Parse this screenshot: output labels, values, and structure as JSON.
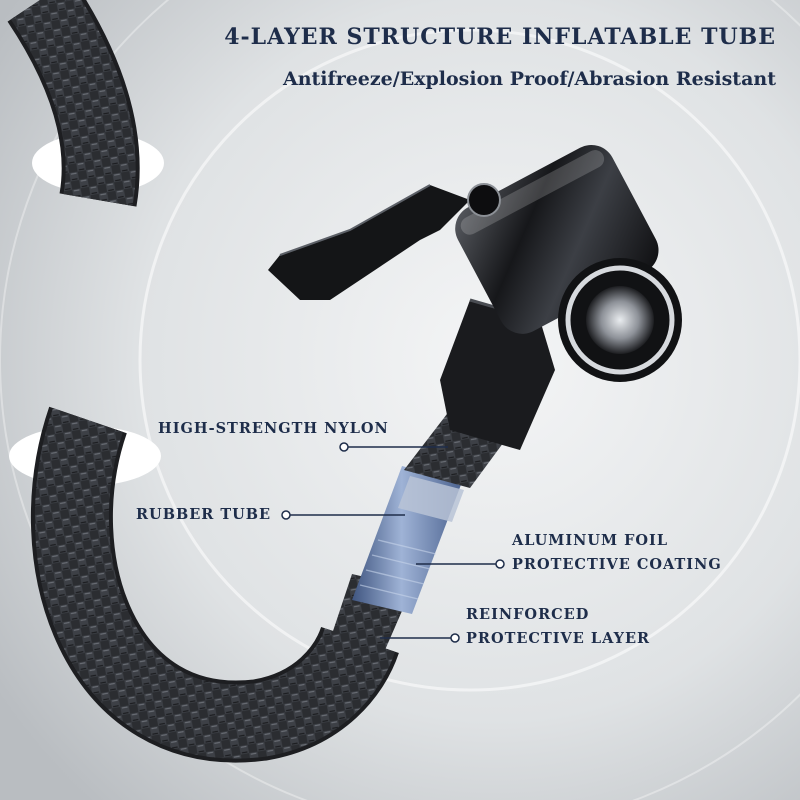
{
  "header": {
    "title": "4-LAYER STRUCTURE INFLATABLE TUBE",
    "subtitle": "Antifreeze/Explosion Proof/Abrasion Resistant"
  },
  "callouts": {
    "nylon": "HIGH-STRENGTH NYLON",
    "rubber": "RUBBER TUBE",
    "foil_line1": "ALUMINUM FOIL",
    "foil_line2": "PROTECTIVE COATING",
    "reinforced_line1": "REINFORCED",
    "reinforced_line2": "PROTECTIVE LAYER"
  },
  "colors": {
    "text": "#1e2d4a",
    "background": "#d9dcdf",
    "hose": "#2a2c30",
    "rubber_layer": "#6f86b3",
    "chrome": "#1b1c1f"
  }
}
